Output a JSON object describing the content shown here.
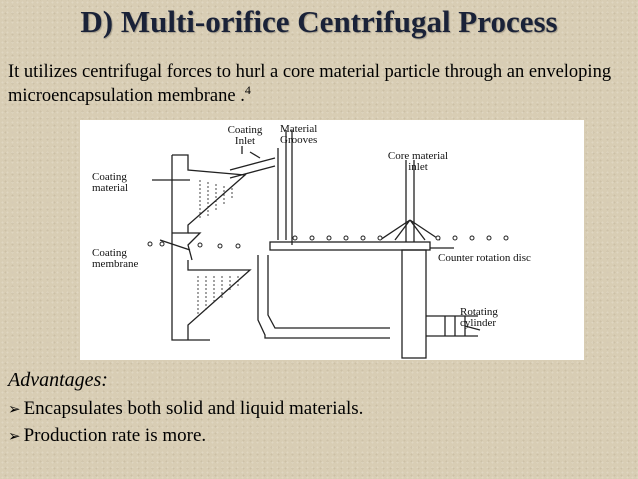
{
  "slide": {
    "title": "D) Multi-orifice Centrifugal Process",
    "intro_text": "It utilizes centrifugal forces to hurl a core material particle through an enveloping microencapsulation membrane .",
    "intro_reference": "4"
  },
  "figure": {
    "labels": {
      "coating_inlet": "Coating Inlet",
      "material_grooves": "Material Grooves",
      "core_material_inlet": "Core material inlet",
      "coating_material": "Coating material",
      "coating_membrane": "Coating membrane",
      "counter_rotation_disc": "Counter rotation disc",
      "rotating_cylinder": "Rotating cylinder"
    }
  },
  "advantages": {
    "heading": "Advantages:",
    "items": [
      "Encapsulates both  solid and liquid materials.",
      "Production rate is more."
    ]
  }
}
